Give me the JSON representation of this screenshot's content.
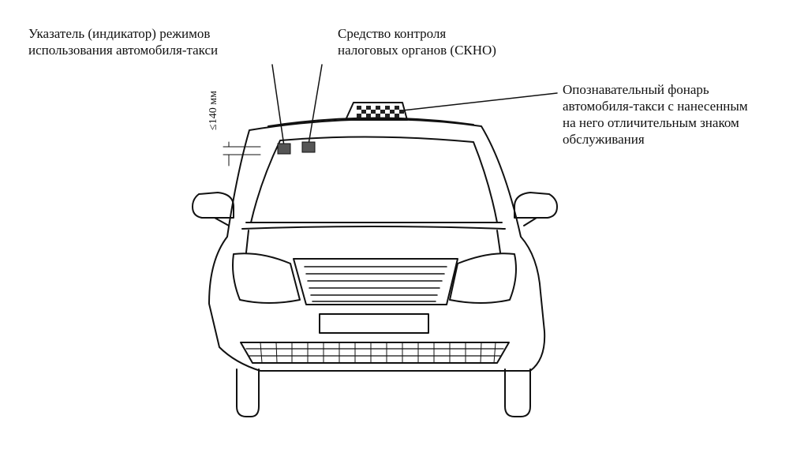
{
  "labels": {
    "indicator": {
      "line1": "Указатель (индикатор) режимов",
      "line2": "использования автомобиля-такси"
    },
    "skno": {
      "line1": "Средство контроля",
      "line2": "налоговых органов (СКНО)"
    },
    "lamp": {
      "line1": "Опознавательный фонарь",
      "line2": "автомобиля-такси с нанесенным",
      "line3": "на него отличительным знаком",
      "line4": "обслуживания"
    }
  },
  "dimension": {
    "text": "≤140 мм"
  }
}
